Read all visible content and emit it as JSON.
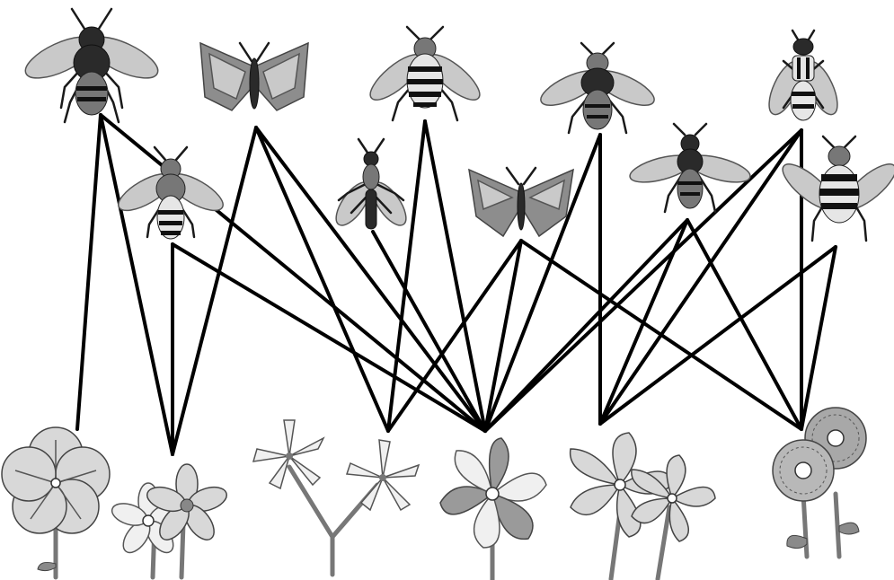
{
  "diagram": {
    "type": "bipartite-network",
    "colors": {
      "link": "#000000",
      "background": "#ffffff"
    },
    "pollinators": [
      {
        "id": "p1",
        "kind": "bee"
      },
      {
        "id": "p2",
        "kind": "bee"
      },
      {
        "id": "p3",
        "kind": "moth"
      },
      {
        "id": "p4",
        "kind": "fly"
      },
      {
        "id": "p5",
        "kind": "bee"
      },
      {
        "id": "p6",
        "kind": "butterfly"
      },
      {
        "id": "p7",
        "kind": "bee"
      },
      {
        "id": "p8",
        "kind": "bee"
      },
      {
        "id": "p9",
        "kind": "fly"
      },
      {
        "id": "p10",
        "kind": "bee"
      }
    ],
    "plants": [
      {
        "id": "f1",
        "kind": "five-petal-flower"
      },
      {
        "id": "f2",
        "kind": "small-flower-pair"
      },
      {
        "id": "f3",
        "kind": "star-flower"
      },
      {
        "id": "f4",
        "kind": "pinwheel-flower"
      },
      {
        "id": "f5",
        "kind": "broad-petal-flower-pair"
      },
      {
        "id": "f6",
        "kind": "daisy-pair"
      }
    ],
    "links": [
      [
        "p1",
        "f1"
      ],
      [
        "p1",
        "f2"
      ],
      [
        "p1",
        "f4"
      ],
      [
        "p2",
        "f2"
      ],
      [
        "p2",
        "f4"
      ],
      [
        "p3",
        "f2"
      ],
      [
        "p3",
        "f3"
      ],
      [
        "p3",
        "f4"
      ],
      [
        "p4",
        "f4"
      ],
      [
        "p5",
        "f3"
      ],
      [
        "p5",
        "f4"
      ],
      [
        "p6",
        "f3"
      ],
      [
        "p6",
        "f4"
      ],
      [
        "p6",
        "f6"
      ],
      [
        "p7",
        "f4"
      ],
      [
        "p7",
        "f5"
      ],
      [
        "p8",
        "f4"
      ],
      [
        "p8",
        "f5"
      ],
      [
        "p8",
        "f6"
      ],
      [
        "p9",
        "f4"
      ],
      [
        "p9",
        "f5"
      ],
      [
        "p9",
        "f6"
      ],
      [
        "p10",
        "f5"
      ],
      [
        "p10",
        "f6"
      ]
    ]
  }
}
